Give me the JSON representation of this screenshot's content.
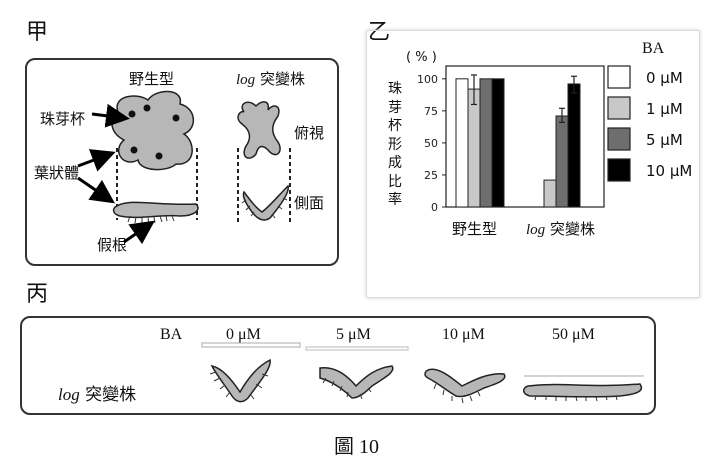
{
  "panels": {
    "jia": "甲",
    "yi": "乙",
    "bing": "丙"
  },
  "jia": {
    "col_wild": "野生型",
    "col_log_prefix": "log",
    "col_log_suffix": "突變株",
    "label_cup": "珠芽杯",
    "label_thallus": "葉狀體",
    "label_rhizoid": "假根",
    "label_top": "俯視",
    "label_side": "側面"
  },
  "yi": {
    "unit": "( % )",
    "ylabel_chars": [
      "珠",
      "芽",
      "杯",
      "形",
      "成",
      "比",
      "率"
    ],
    "legend_title": "BA",
    "cat_wild": "野生型",
    "cat_log_prefix": "log",
    "cat_log_suffix": "突變株"
  },
  "chart_data": {
    "type": "bar",
    "categories": [
      "野生型",
      "log 突變株"
    ],
    "series": [
      {
        "name": "0 μM",
        "values": [
          100,
          0
        ],
        "color": "#ffffff"
      },
      {
        "name": "1 μM",
        "values": [
          92,
          21
        ],
        "color": "#c8c8c8"
      },
      {
        "name": "5 μM",
        "values": [
          100,
          71
        ],
        "color": "#6e6e6e"
      },
      {
        "name": "10 μM",
        "values": [
          100,
          96
        ],
        "color": "#000000"
      }
    ],
    "ylabel": "珠芽杯形成比率",
    "yticks": [
      0,
      25,
      50,
      75,
      100
    ],
    "ylim": [
      0,
      110
    ],
    "legend_position": "right"
  },
  "bing": {
    "ba_label": "BA",
    "concentrations": [
      "0 μM",
      "5 μM",
      "10 μM",
      "50 μM"
    ],
    "row_prefix": "log",
    "row_suffix": "突變株"
  },
  "caption": "圖 10"
}
